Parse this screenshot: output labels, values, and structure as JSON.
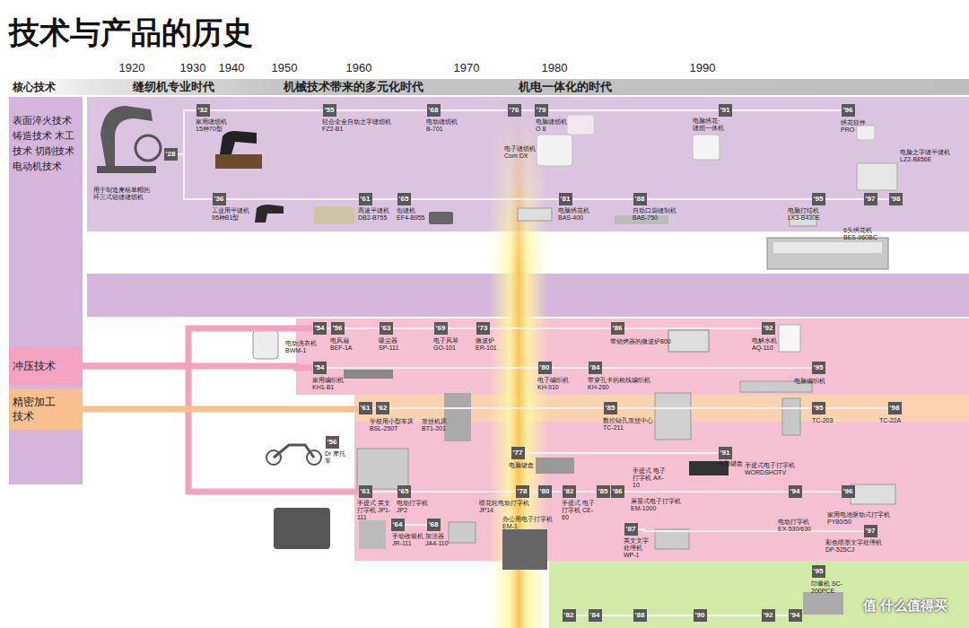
{
  "diagram": {
    "title": "技术与产品的历史",
    "nodes": [
      {
        "text": [
          "核心技术",
          "缝纫机专业时代",
          "机械技术带来的多元化时代",
          "机电一体化的时代"
        ]
      },
      {
        "text": [
          "表面淬火技术 铸造技术 木工技术 切削技术 电动机技术"
        ]
      },
      {
        "text": [
          "冲压技术"
        ]
      },
      {
        "text": [
          "精密加工 技术"
        ]
      },
      {
        "text": [
          "'28"
        ]
      },
      {
        "text": [
          "'32"
        ]
      },
      {
        "text": [
          "'55"
        ]
      },
      {
        "text": [
          "'68"
        ]
      },
      {
        "text": [
          "'76"
        ]
      },
      {
        "text": [
          "'79"
        ]
      },
      {
        "text": [
          "'91"
        ]
      },
      {
        "text": [
          "'96"
        ]
      },
      {
        "text": [
          "'36"
        ]
      },
      {
        "text": [
          "'61"
        ]
      },
      {
        "text": [
          "'65"
        ]
      },
      {
        "text": [
          "'81"
        ]
      },
      {
        "text": [
          "'88"
        ]
      },
      {
        "text": [
          "'95"
        ]
      },
      {
        "text": [
          "'97"
        ]
      },
      {
        "text": [
          "'98"
        ]
      },
      {
        "text": [
          "'54"
        ]
      },
      {
        "text": [
          "'56"
        ]
      },
      {
        "text": [
          "'63"
        ]
      },
      {
        "text": [
          "'69"
        ]
      },
      {
        "text": [
          "'73"
        ]
      },
      {
        "text": [
          "'86"
        ]
      },
      {
        "text": [
          "'92"
        ]
      },
      {
        "text": [
          "'54"
        ]
      },
      {
        "text": [
          "'80"
        ]
      },
      {
        "text": [
          "'84"
        ]
      },
      {
        "text": [
          "'95"
        ]
      },
      {
        "text": [
          "'61"
        ]
      },
      {
        "text": [
          "'62"
        ]
      },
      {
        "text": [
          "'85"
        ]
      },
      {
        "text": [
          "'95"
        ]
      },
      {
        "text": [
          "'98"
        ]
      },
      {
        "text": [
          "'56"
        ]
      },
      {
        "text": [
          "'77"
        ]
      },
      {
        "text": [
          "'91"
        ]
      },
      {
        "text": [
          "'61"
        ]
      },
      {
        "text": [
          "'65"
        ]
      },
      {
        "text": [
          "'78"
        ]
      },
      {
        "text": [
          "'80"
        ]
      },
      {
        "text": [
          "'82"
        ]
      },
      {
        "text": [
          "'85"
        ]
      },
      {
        "text": [
          "'86"
        ]
      },
      {
        "text": [
          "'94"
        ]
      },
      {
        "text": [
          "'96"
        ]
      },
      {
        "text": [
          "'64"
        ]
      },
      {
        "text": [
          "'68"
        ]
      },
      {
        "text": [
          "'87"
        ]
      },
      {
        "text": [
          "'97"
        ]
      },
      {
        "text": [
          "'95"
        ]
      },
      {
        "text": [
          "'82"
        ]
      },
      {
        "text": [
          "'84"
        ]
      },
      {
        "text": [
          "'88"
        ]
      },
      {
        "text": [
          "'90"
        ]
      },
      {
        "text": [
          "'92"
        ]
      },
      {
        "text": [
          "'94"
        ]
      }
    ],
    "edges": [
      {
        "from": 4,
        "to": 5,
        "arrow": "none"
      },
      {
        "from": 4,
        "to": 12,
        "arrow": "none"
      },
      {
        "from": 5,
        "to": 6,
        "arrow": "none"
      },
      {
        "from": 6,
        "to": 7,
        "arrow": "none"
      },
      {
        "from": 7,
        "to": 8,
        "arrow": "none"
      },
      {
        "from": 8,
        "to": 9,
        "arrow": "none"
      },
      {
        "from": 9,
        "to": 10,
        "arrow": "none"
      },
      {
        "from": 10,
        "to": 11,
        "arrow": "none"
      },
      {
        "from": 12,
        "to": 13,
        "arrow": "none"
      },
      {
        "from": 13,
        "to": 14,
        "arrow": "none"
      },
      {
        "from": 14,
        "to": 15,
        "arrow": "none"
      },
      {
        "from": 15,
        "to": 16,
        "arrow": "none"
      },
      {
        "from": 16,
        "to": 17,
        "arrow": "none"
      },
      {
        "from": 17,
        "to": 18,
        "arrow": "none"
      },
      {
        "from": 18,
        "to": 19,
        "arrow": "none"
      },
      {
        "from": 20,
        "to": 21,
        "arrow": "none"
      },
      {
        "from": 21,
        "to": 22,
        "arrow": "none"
      },
      {
        "from": 22,
        "to": 23,
        "arrow": "none"
      },
      {
        "from": 23,
        "to": 24,
        "arrow": "none"
      },
      {
        "from": 24,
        "to": 25,
        "arrow": "none"
      },
      {
        "from": 25,
        "to": 26,
        "arrow": "none"
      },
      {
        "from": 27,
        "to": 28,
        "arrow": "none"
      },
      {
        "from": 28,
        "to": 29,
        "arrow": "none"
      },
      {
        "from": 29,
        "to": 30,
        "arrow": "none"
      },
      {
        "from": 31,
        "to": 32,
        "arrow": "none"
      },
      {
        "from": 32,
        "to": 33,
        "arrow": "none"
      },
      {
        "from": 33,
        "to": 34,
        "arrow": "none"
      },
      {
        "from": 34,
        "to": 35,
        "arrow": "none"
      },
      {
        "from": 37,
        "to": 38,
        "arrow": "none"
      },
      {
        "from": 39,
        "to": 40,
        "arrow": "none"
      },
      {
        "from": 40,
        "to": 41,
        "arrow": "none"
      },
      {
        "from": 41,
        "to": 42,
        "arrow": "none"
      },
      {
        "from": 42,
        "to": 43,
        "arrow": "none"
      },
      {
        "from": 43,
        "to": 44,
        "arrow": "none"
      },
      {
        "from": 44,
        "to": 45,
        "arrow": "none"
      },
      {
        "from": 45,
        "to": 46,
        "arrow": "none"
      },
      {
        "from": 46,
        "to": 47,
        "arrow": "none"
      },
      {
        "from": 48,
        "to": 49,
        "arrow": "none"
      },
      {
        "from": 50,
        "to": 51,
        "arrow": "none"
      },
      {
        "from": 53,
        "to": 54,
        "arrow": "none"
      },
      {
        "from": 54,
        "to": 55,
        "arrow": "none"
      },
      {
        "from": 55,
        "to": 56,
        "arrow": "none"
      },
      {
        "from": 56,
        "to": 57,
        "arrow": "none"
      },
      {
        "from": 57,
        "to": 58,
        "arrow": "none"
      },
      {
        "from": 2,
        "to": 20,
        "arrow": "none"
      },
      {
        "from": 2,
        "to": 27,
        "arrow": "none"
      },
      {
        "from": 2,
        "to": 39,
        "arrow": "none"
      },
      {
        "from": 3,
        "to": 31,
        "arrow": "none"
      }
    ],
    "labels": [
      "1920",
      "1930",
      "1940",
      "1950",
      "1960",
      "1970",
      "1980",
      "1990",
      "用于制造麦秸草帽的 环三式链缝缝纫机",
      "家用缝纫机 15种70型",
      "轻合金全自动之字缝纫机 FZ2-B1",
      "电动缝纫机 B-701",
      "电子缝纫机 Com DX",
      "电脑缝纫机 O 8",
      "电脑绣花· 缝纫一体机",
      "绣花软件 PRO",
      "电脑之字缝平缝机 LZ2-B856E",
      "工业用平缝机 95种B1型",
      "高速平缝机 DB2-B755",
      "包缝机 EF4-B955",
      "电脑绣花机 BAS-400",
      "自动口袋缝制机 BAS-750",
      "电脑打结机 LK3-B430E",
      "6头绣花机 BES-960BC",
      "电动洗衣机 BWM-1",
      "电风扇 BEF-1A",
      "吸尘器 SP-111",
      "电子风琴 GO-101",
      "微波炉 ER-101",
      "带烧烤器的微波炉800",
      "电解水机 AQ-110",
      "家用编织机 KH1-B1",
      "电子编织机 KH-910",
      "带穿孔卡的粗线编织机 KH-260",
      "电脑编织机",
      "学校用小型车床 BSL-250T",
      "攻丝机床 BT1-201",
      "数控钻孔攻丝中心 TC-211",
      "TC-203",
      "TC-22A",
      "Dr 摩托车",
      "电脑键盘",
      "电脑键盘",
      "手提式电子打字机 WORDSHOTV",
      "手提式 电子打字机 AX-10",
      "屏显式电子打字机 EM-1000",
      "手提式 英文打字机 JP1-111",
      "电动打字机 JP2",
      "喷花轮电动打字机 JP14",
      "办公用电子打字机 EM-1",
      "手提式 电子打字机 CE-60",
      "电动打字机 EX-530/630",
      "家用电池驱动式打字机 PY80/50",
      "手动收银机 JR-111",
      "加法器 JA4-110",
      "英文文字 处理机 WP-1",
      "彩色喷墨文字处理机 DP-525CJ",
      "印章机 SC-200PCE",
      "值 什么值得买"
    ]
  }
}
